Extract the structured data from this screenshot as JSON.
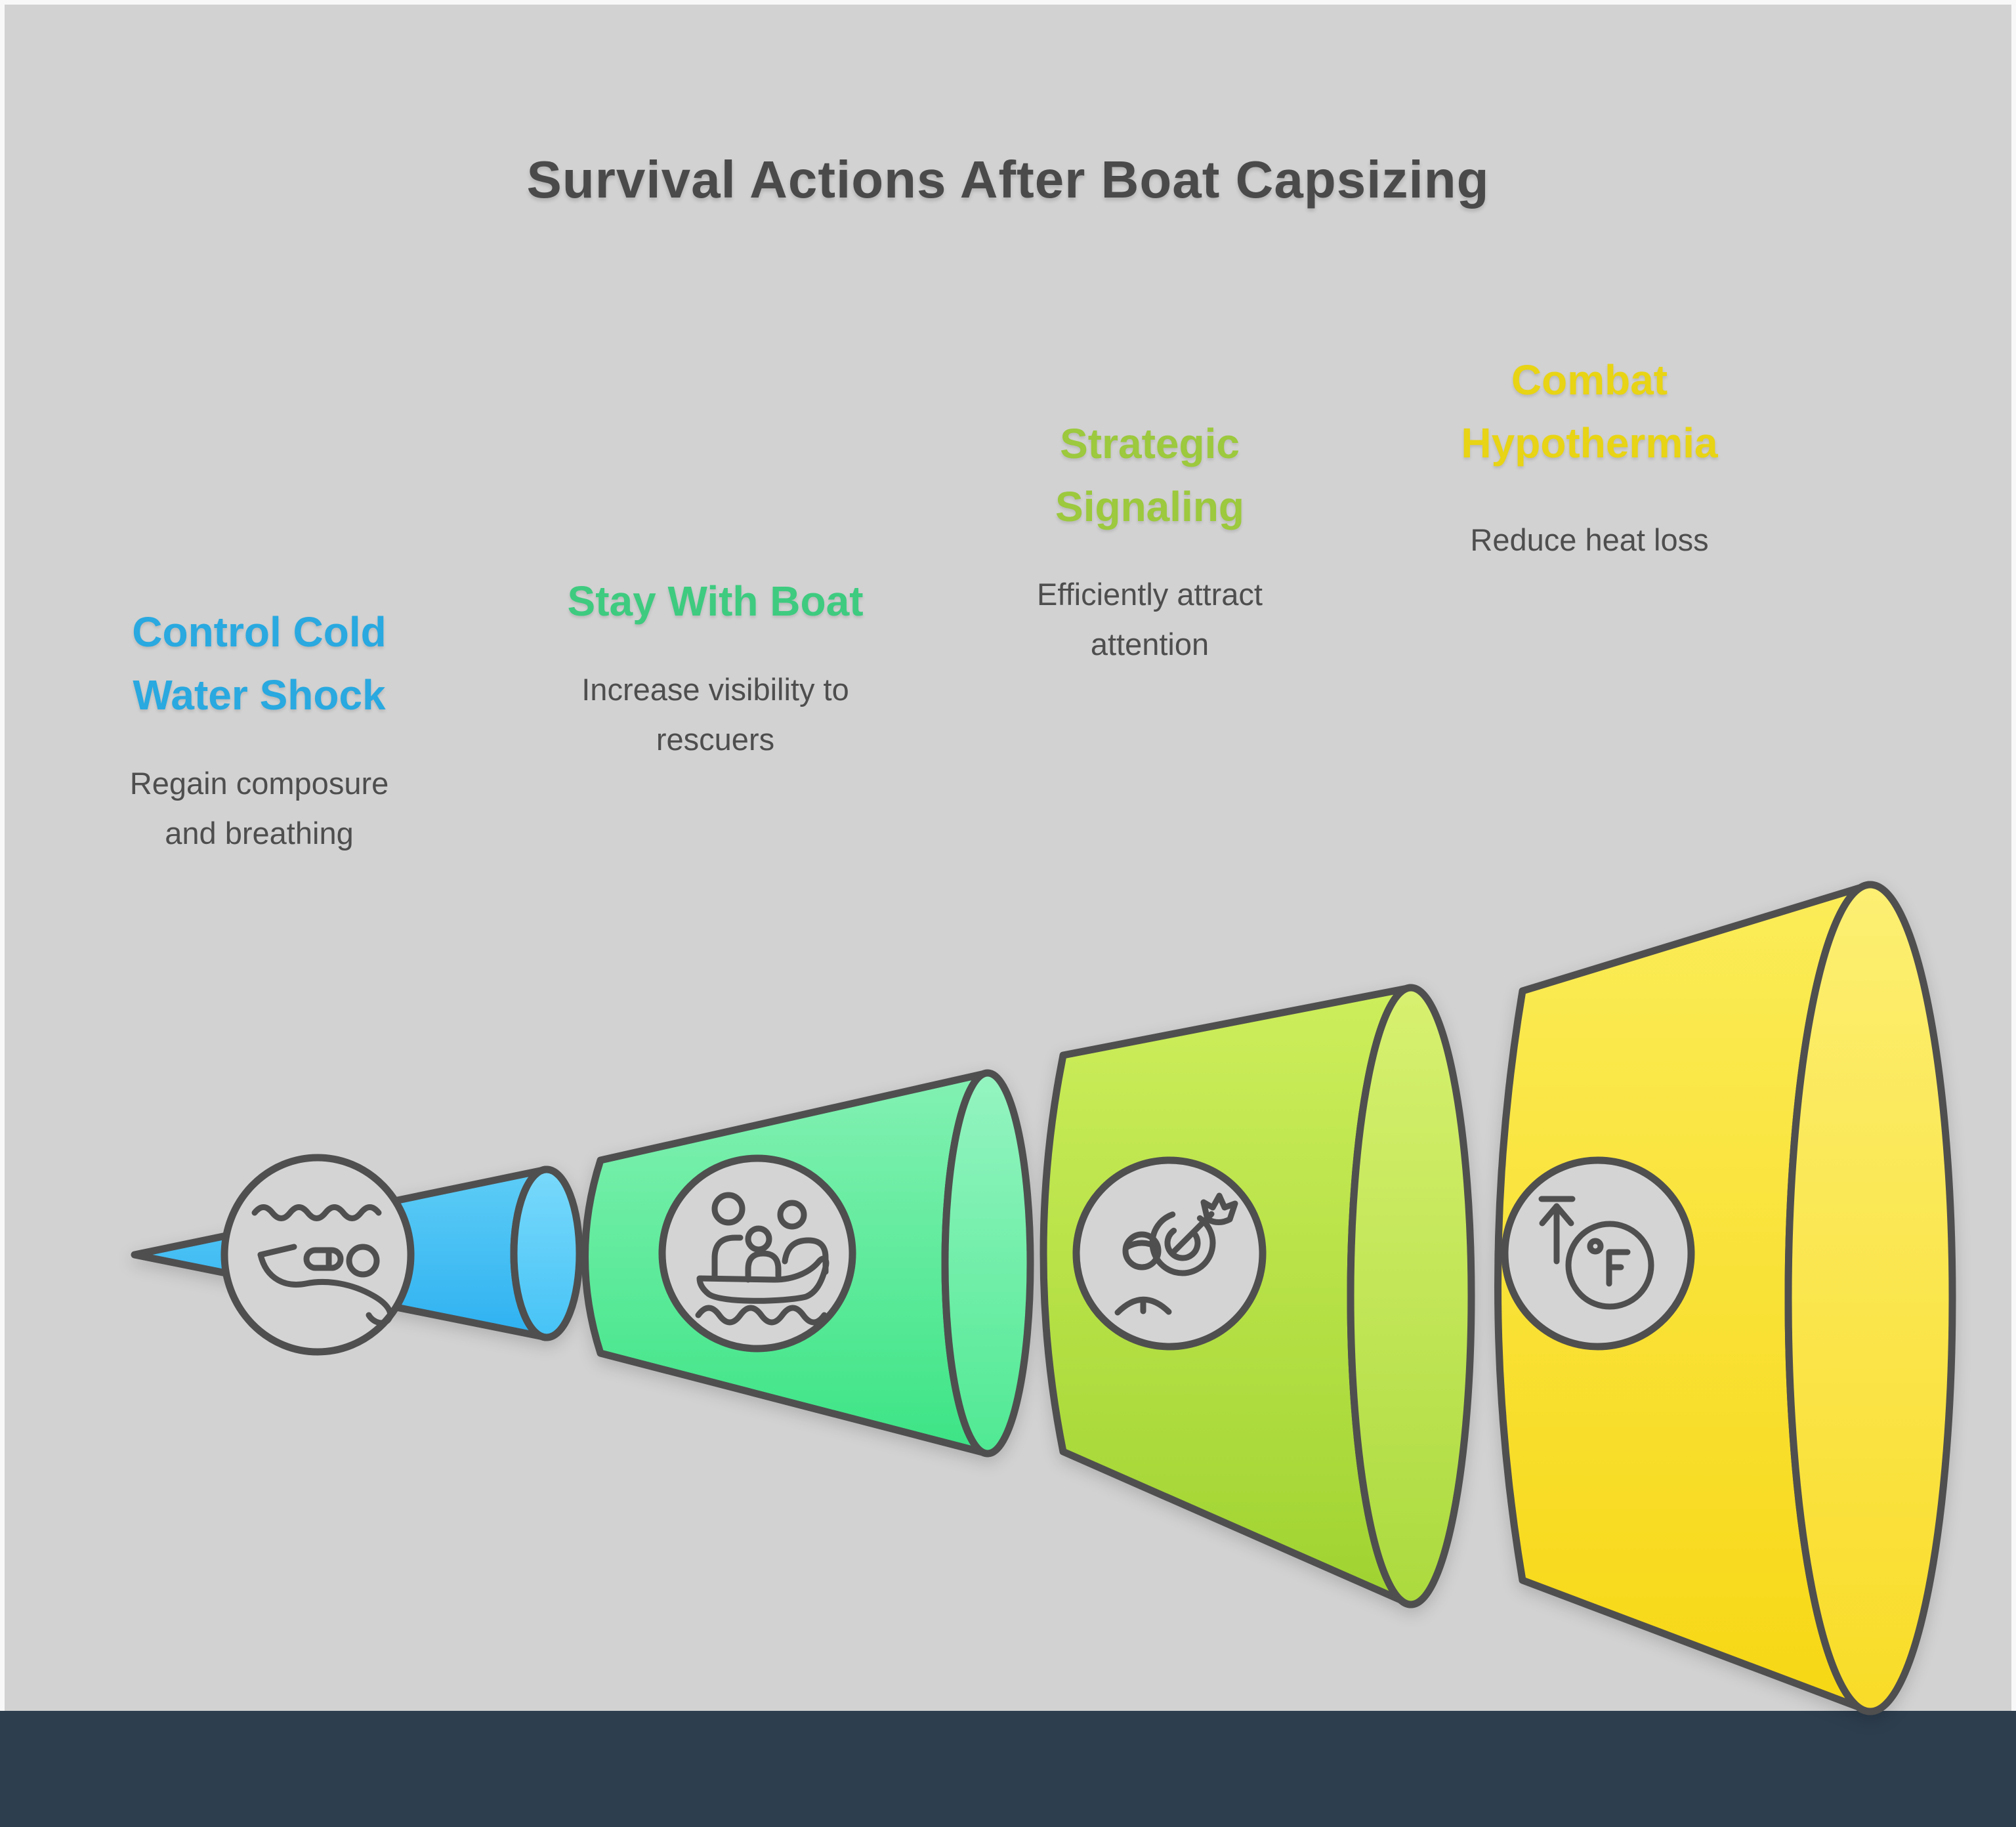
{
  "title": "Survival Actions After Boat Capsizing",
  "steps": [
    {
      "title_line1": "Control Cold",
      "title_line2": "Water Shock",
      "desc_line1": "Regain composure",
      "desc_line2": "and breathing",
      "accent": "#29a9e0",
      "icon": "person-floating-on-water"
    },
    {
      "title_line1": "Stay With Boat",
      "title_line2": "",
      "desc_line1": "Increase visibility to",
      "desc_line2": "rescuers",
      "accent": "#3ecb80",
      "icon": "people-in-boat"
    },
    {
      "title_line1": "Strategic",
      "title_line2": "Signaling",
      "desc_line1": "Efficiently attract",
      "desc_line2": "attention",
      "accent": "#9cc93d",
      "icon": "person-with-target-dart"
    },
    {
      "title_line1": "Combat",
      "title_line2": "Hypothermia",
      "desc_line1": "Reduce heat loss",
      "desc_line2": "",
      "accent": "#e8d414",
      "icon": "temperature-rise-fahrenheit"
    }
  ],
  "palette": {
    "background": "#d2d2d2",
    "frame_border": "#f8f8f8",
    "bottom_bar": "#2d3e4f",
    "outline": "#4f4f4f",
    "title_text": "#4a4a4a",
    "body_text": "#4e4e4e",
    "funnel_blue_top": "#5ecdf6",
    "funnel_blue_bottom": "#2eb1f1",
    "funnel_green_top": "#83f1b3",
    "funnel_green_bottom": "#3ce485",
    "funnel_lime_top": "#cdee5b",
    "funnel_lime_bottom": "#9fd331",
    "funnel_yellow_top": "#fbec58",
    "funnel_yellow_bottom": "#f7d714",
    "icon_circle_fill": "#d4d4d4"
  }
}
